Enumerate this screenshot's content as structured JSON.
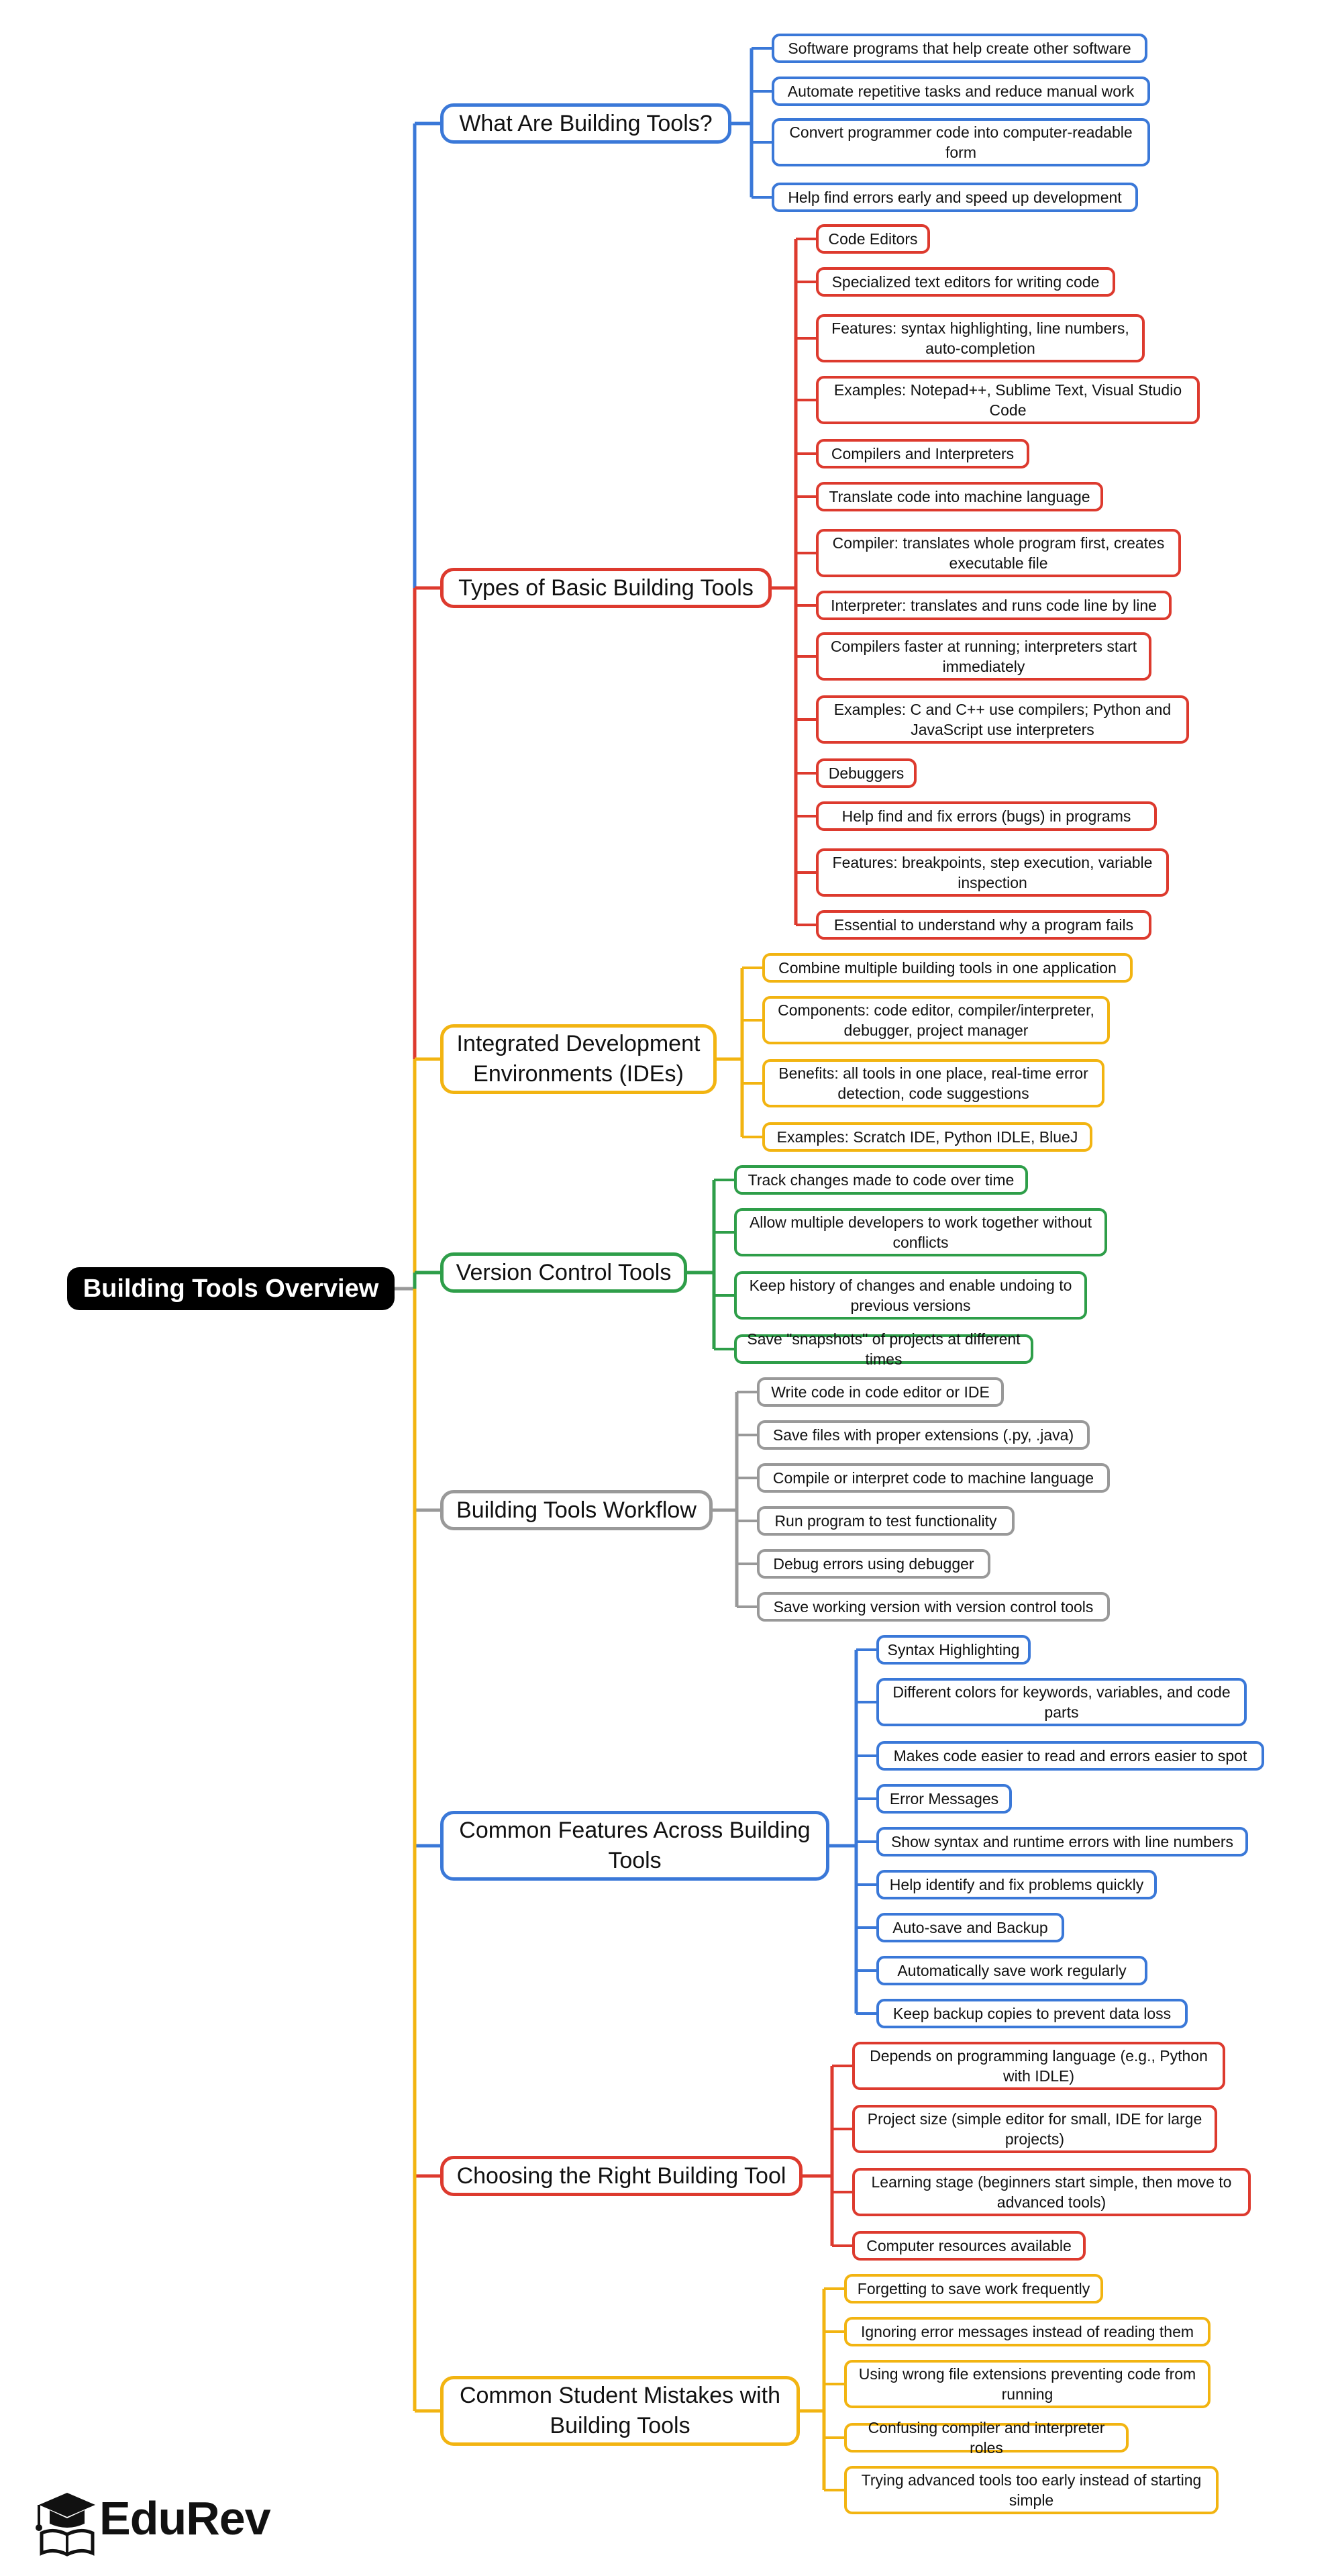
{
  "colors": {
    "blue": "#3a78d8",
    "red": "#dd3a2e",
    "yellow": "#f2b411",
    "green": "#2e9e49",
    "gray": "#999999",
    "root_bg": "#000000"
  },
  "root": {
    "label": "Building Tools Overview"
  },
  "branches": [
    {
      "id": "what",
      "label": "What Are Building Tools?",
      "color": "blue",
      "items": [
        "Software programs that help create other software",
        "Automate repetitive tasks and reduce manual work",
        "Convert programmer code into computer-readable form",
        "Help find errors early and speed up development"
      ]
    },
    {
      "id": "types",
      "label": "Types of Basic Building Tools",
      "color": "red",
      "items": [
        "Code Editors",
        "Specialized text editors for writing code",
        "Features: syntax highlighting, line numbers, auto-completion",
        "Examples: Notepad++, Sublime Text, Visual Studio Code",
        "Compilers and Interpreters",
        "Translate code into machine language",
        "Compiler: translates whole program first, creates executable file",
        "Interpreter: translates and runs code line by line",
        "Compilers faster at running; interpreters start immediately",
        "Examples: C and C++ use compilers; Python and JavaScript use interpreters",
        "Debuggers",
        "Help find and fix errors (bugs) in programs",
        "Features: breakpoints, step execution, variable inspection",
        "Essential to understand why a program fails"
      ]
    },
    {
      "id": "ide",
      "label": "Integrated Development Environments (IDEs)",
      "color": "yellow",
      "items": [
        "Combine multiple building tools in one application",
        "Components: code editor, compiler/interpreter, debugger, project manager",
        "Benefits: all tools in one place, real-time error detection, code suggestions",
        "Examples: Scratch IDE, Python IDLE, BlueJ"
      ]
    },
    {
      "id": "vcs",
      "label": "Version Control Tools",
      "color": "green",
      "items": [
        "Track changes made to code over time",
        "Allow multiple developers to work together without conflicts",
        "Keep history of changes and enable undoing to previous versions",
        "Save \"snapshots\" of projects at different times"
      ]
    },
    {
      "id": "workflow",
      "label": "Building Tools Workflow",
      "color": "gray",
      "items": [
        "Write code in code editor or IDE",
        "Save files with proper extensions (.py, .java)",
        "Compile or interpret code to machine language",
        "Run program to test functionality",
        "Debug errors using debugger",
        "Save working version with version control tools"
      ]
    },
    {
      "id": "features",
      "label": "Common Features Across Building Tools",
      "color": "blue",
      "items": [
        "Syntax Highlighting",
        "Different colors for keywords, variables, and code parts",
        "Makes code easier to read and errors easier to spot",
        "Error Messages",
        "Show syntax and runtime errors with line numbers",
        "Help identify and fix problems quickly",
        "Auto-save and Backup",
        "Automatically save work regularly",
        "Keep backup copies to prevent data loss"
      ]
    },
    {
      "id": "choosing",
      "label": "Choosing the Right Building Tool",
      "color": "red",
      "items": [
        "Depends on programming language (e.g., Python with IDLE)",
        "Project size (simple editor for small, IDE for large projects)",
        "Learning stage (beginners start simple, then move to advanced tools)",
        "Computer resources available"
      ]
    },
    {
      "id": "mistakes",
      "label": "Common Student Mistakes with Building Tools",
      "color": "yellow",
      "items": [
        "Forgetting to save work frequently",
        "Ignoring error messages instead of reading them",
        "Using wrong file extensions preventing code from running",
        "Confusing compiler and interpreter roles",
        "Trying advanced tools too early instead of starting simple"
      ]
    }
  ],
  "logo": {
    "text": "EduRev",
    "icon": "graduation-cap-book-icon"
  }
}
